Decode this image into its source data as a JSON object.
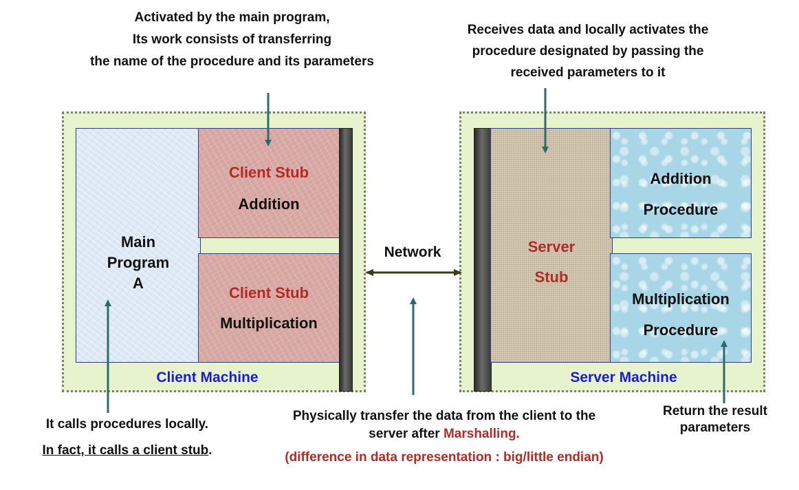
{
  "annotations": {
    "client_stub_note": [
      "Activated by the main program,",
      "Its work consists of transferring",
      "the name of the procedure and its parameters"
    ],
    "server_stub_note": [
      "Receives data and locally activates the",
      "procedure designated by passing the",
      "received parameters to it"
    ],
    "calls_note": {
      "line1": "It calls procedures locally.",
      "line2": "In fact, it calls a client stub",
      "line2_end": "."
    },
    "transfer_note": {
      "line1": "Physically transfer the data from the client to the",
      "line2_start": "server after ",
      "line2_highlight": "Marshalling.",
      "line3": "(difference in  data representation : big/little endian)"
    },
    "return_note": [
      "Return the result",
      "parameters"
    ]
  },
  "client_machine": {
    "label": "Client Machine",
    "main_program": [
      "Main",
      "Program",
      "A"
    ],
    "stub_addition": {
      "title": "Client Stub",
      "name": "Addition"
    },
    "stub_multiplication": {
      "title": "Client Stub",
      "name": "Multiplication"
    }
  },
  "network": {
    "label": "Network"
  },
  "server_machine": {
    "label": "Server Machine",
    "server_stub": [
      "Server",
      "Stub"
    ],
    "addition_procedure": [
      "Addition",
      "Procedure"
    ],
    "multiplication_procedure": [
      "Multiplication",
      "Procedure"
    ]
  },
  "colors": {
    "red_text": "#b52a24",
    "blue_text": "#1b1be0",
    "arrow": "#2d6b6b",
    "network_link": "#3d3d12",
    "machine_bg": "#e6f3cc"
  }
}
